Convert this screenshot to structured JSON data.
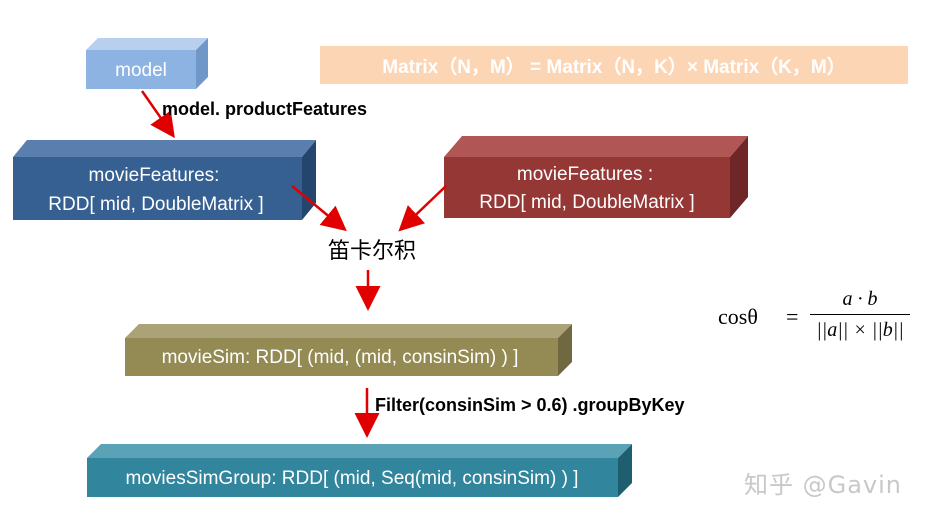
{
  "nodes": {
    "model": "model",
    "left_features_line1": "movieFeatures:",
    "left_features_line2": "RDD[ mid, DoubleMatrix ]",
    "right_features_line1": "movieFeatures :",
    "right_features_line2": "RDD[ mid, DoubleMatrix ]",
    "cartesian": "笛卡尔积",
    "movie_sim": "movieSim: RDD[ (mid, (mid, consinSim) ) ]",
    "movies_sim_group": "moviesSimGroup: RDD[ (mid, Seq(mid, consinSim) ) ]"
  },
  "edges": {
    "model_to_features": "model. productFeatures",
    "sim_to_group": "Filter(consinSim > 0.6) .groupByKey"
  },
  "formula": "Matrix（N，M） = Matrix（N，K）× Matrix（K，M）",
  "cosine": {
    "lhs": "cosθ",
    "eq": "=",
    "numerator": "a · b",
    "denominator": "||a|| × ||b||"
  },
  "watermark": "知乎 @Gavin",
  "colors": {
    "model_box": "#8db3e2",
    "left_features_box": "#366092",
    "right_features_box": "#953735",
    "movie_sim_box": "#948a54",
    "movies_sim_group_box": "#31859c",
    "arrow": "#e00000",
    "formula_banner": "#fcd5b4"
  }
}
